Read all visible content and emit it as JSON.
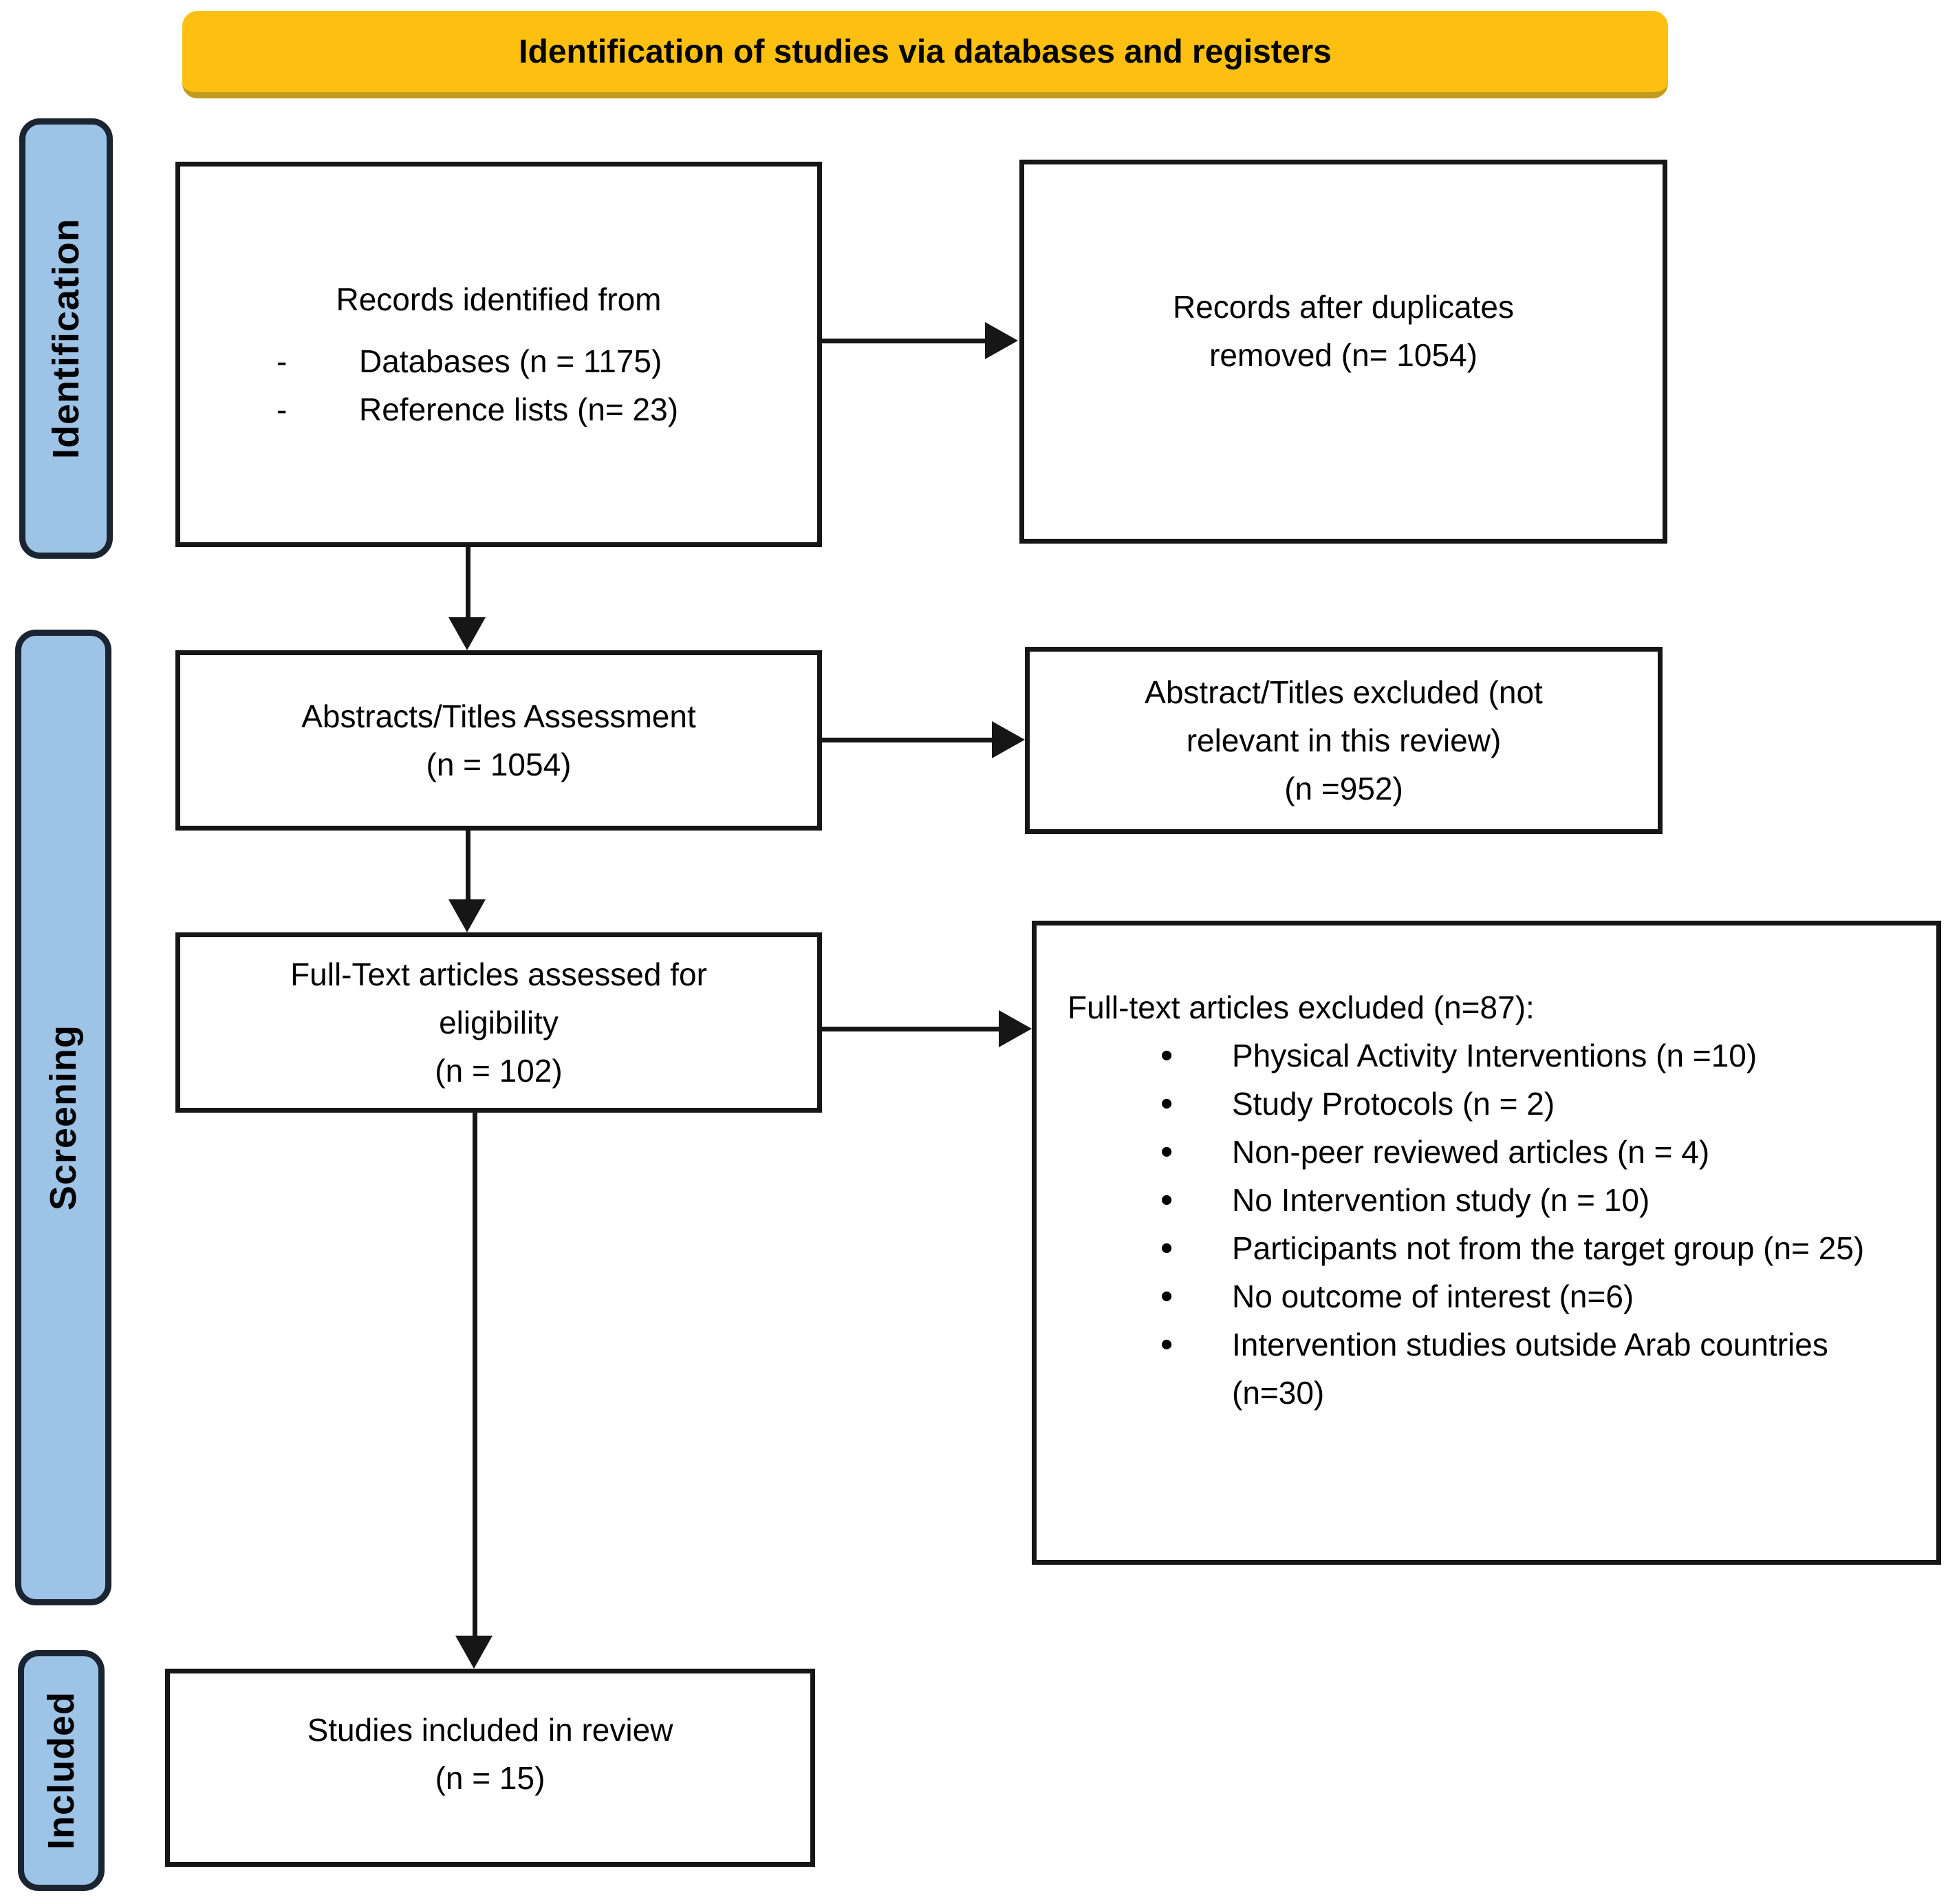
{
  "banner": {
    "title": "Identification of studies via databases and registers"
  },
  "stages": {
    "identification": "Identification",
    "screening": "Screening",
    "included": "Included"
  },
  "boxes": {
    "records_identified": {
      "title": "Records identified from",
      "marker": "-",
      "items": [
        "Databases (n = 1175)",
        "Reference lists (n= 23)"
      ]
    },
    "duplicates_removed": {
      "lines": [
        "Records after duplicates",
        "removed (n= 1054)"
      ]
    },
    "abstracts_assessment": {
      "lines": [
        "Abstracts/Titles Assessment",
        "(n = 1054)"
      ]
    },
    "abstracts_excluded": {
      "lines": [
        "Abstract/Titles excluded (not",
        "relevant in this review)",
        "(n =952)"
      ]
    },
    "fulltext_assessed": {
      "lines": [
        "Full-Text articles assessed for",
        "eligibility",
        "(n = 102)"
      ]
    },
    "fulltext_excluded": {
      "title": "Full-text articles excluded (n=87):",
      "items": [
        "Physical Activity Interventions (n =10)",
        "Study Protocols (n = 2)",
        "Non-peer reviewed articles (n = 4)",
        "No Intervention study (n = 10)",
        "Participants not from the target group (n= 25)",
        "No outcome of interest (n=6)",
        "Intervention studies outside Arab countries (n=30)"
      ]
    },
    "studies_included": {
      "lines": [
        "Studies included in review",
        "(n = 15)"
      ]
    }
  },
  "colors": {
    "banner_yellow": "#FDC010",
    "stage_blue": "#9DC3E6"
  }
}
